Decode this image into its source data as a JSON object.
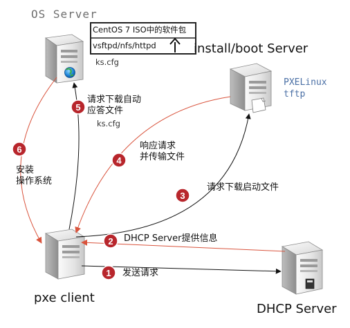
{
  "nodes": {
    "os_server": {
      "title": "OS Server",
      "iso": "CentOS 7 ISO中的软件包",
      "services": "vsftpd/nfs/httpd",
      "ks": "ks.cfg"
    },
    "install_server": {
      "title": "install/boot Server",
      "line1": "PXELinux",
      "line2": "tftp"
    },
    "pxe_client": {
      "title": "pxe client"
    },
    "dhcp_server": {
      "title": "DHCP Server"
    }
  },
  "steps": [
    {
      "num": "1",
      "text": "发送请求"
    },
    {
      "num": "2",
      "text": "DHCP Server提供信息"
    },
    {
      "num": "3",
      "text": "请求下载启动文件"
    },
    {
      "num": "4",
      "line1": "响应请求",
      "line2": "并传输文件"
    },
    {
      "num": "5",
      "line1": "请求下载自动",
      "line2": "应答文件",
      "line3": "ks.cfg"
    },
    {
      "num": "6",
      "line1": "安装",
      "line2": "操作系统"
    }
  ],
  "colors": {
    "badge": "#b8262c",
    "arrow_red": "#d9533c",
    "arrow_black": "#111111",
    "mono_blue": "#4a6fa5",
    "title_gray": "#6e6e6e"
  }
}
